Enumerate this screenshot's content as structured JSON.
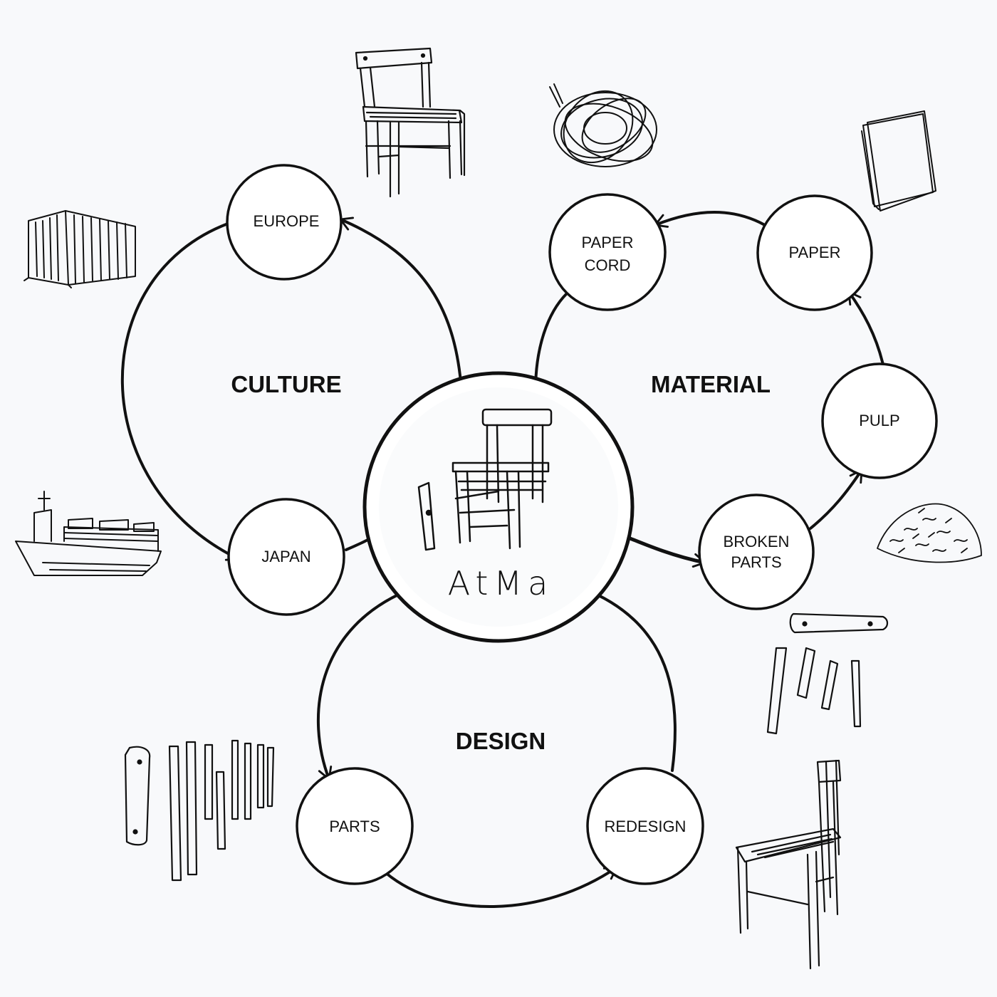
{
  "center": {
    "logo": "AtMa"
  },
  "sections": {
    "culture": "CULTURE",
    "material": "MATERIAL",
    "design": "DESIGN"
  },
  "nodes": {
    "europe": "EUROPE",
    "japan": "JAPAN",
    "paper_cord": [
      "PAPER",
      "CORD"
    ],
    "paper": "PAPER",
    "pulp": "PULP",
    "broken_parts": [
      "BROKEN",
      "PARTS"
    ],
    "parts": "PARTS",
    "redesign": "REDESIGN"
  },
  "colors": {
    "background": "#f8f9fb",
    "ink": "#111111",
    "circle_fill": "#ffffff"
  },
  "illustrations": [
    "chair-sketch",
    "paper-cord-coil-sketch",
    "paper-sheets-sketch",
    "shipping-container-sketch",
    "cargo-ship-sketch",
    "pulp-pile-sketch",
    "broken-parts-sketch",
    "chair-parts-sketch",
    "redesigned-chair-sketch"
  ]
}
